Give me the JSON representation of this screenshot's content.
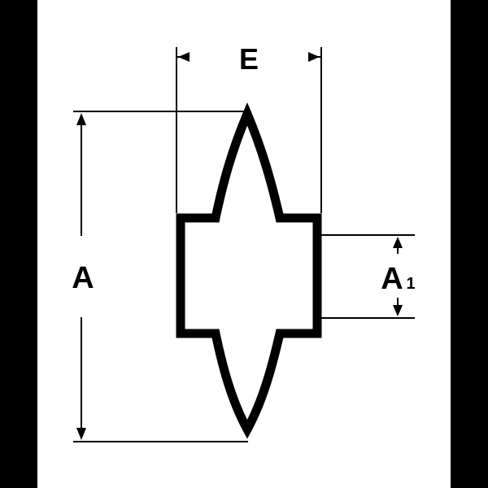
{
  "diagram": {
    "labels": {
      "width": "E",
      "height": "A",
      "inner_height_main": "A",
      "inner_height_sub": "1"
    },
    "colors": {
      "background": "#ffffff",
      "border": "#000000",
      "stroke": "#000000"
    }
  }
}
